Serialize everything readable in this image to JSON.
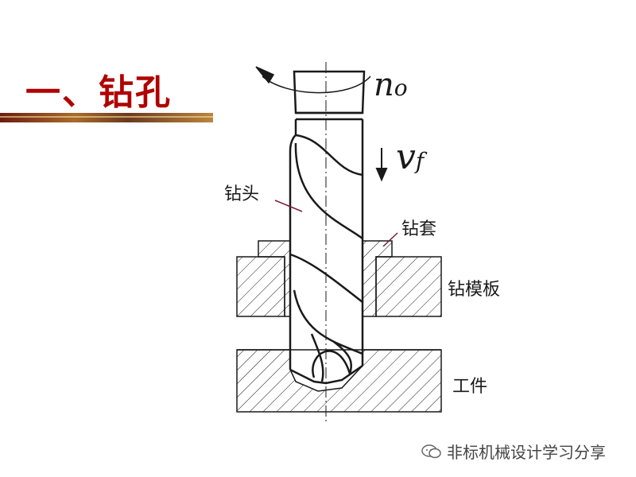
{
  "title": "一、钻孔",
  "labels": {
    "spindle_speed_symbol": "n",
    "spindle_speed_subscript": "o",
    "feed_symbol": "v",
    "feed_subscript": "f",
    "drill_bit": "钻头",
    "drill_sleeve": "钻套",
    "drill_jig_plate": "钻模板",
    "workpiece": "工件"
  },
  "watermark": "非标机械设计学习分享",
  "colors": {
    "title": "#b00000",
    "line": "#1a1a1a",
    "leader": "#7a1a3a",
    "label": "#1a1a1a"
  }
}
